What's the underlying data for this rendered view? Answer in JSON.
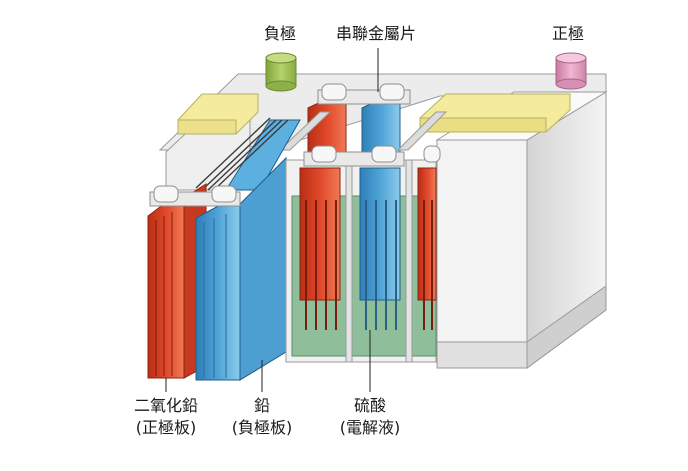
{
  "labels": {
    "negative_terminal": "負極",
    "connector": "串聯金屬片",
    "positive_terminal": "正極",
    "lead_dioxide": "二氧化鉛",
    "lead_dioxide_role": "(正極板)",
    "lead": "鉛",
    "lead_role": "(負極板)",
    "sulfuric_acid": "硫酸",
    "sulfuric_acid_role": "(電解液)"
  },
  "colors": {
    "positive_plate": "#e0482a",
    "negative_plate": "#4fa3d6",
    "negative_terminal_cap": "#a4c85a",
    "positive_terminal_cap": "#e7a3c4",
    "vent_plug": "#f4ec9c",
    "casing": "#e6e6e6",
    "electrolyte": "#8fbf9a"
  }
}
